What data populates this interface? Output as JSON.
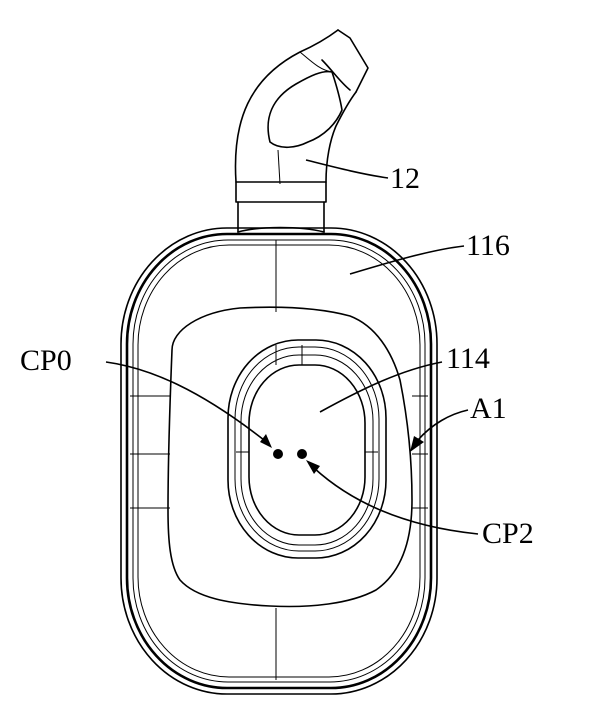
{
  "labels": {
    "tube": "12",
    "cushion": "116",
    "center_zone": "114",
    "cp0": "CP0",
    "cp2": "CP2",
    "axis": "A1"
  },
  "colors": {
    "line": "#000000",
    "background": "#ffffff"
  }
}
